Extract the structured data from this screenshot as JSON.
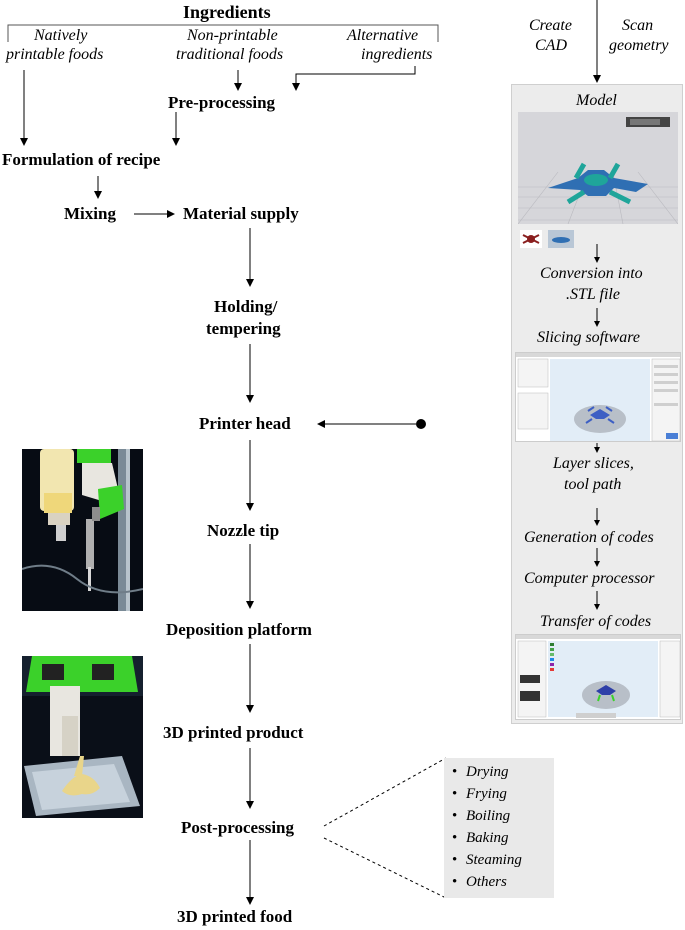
{
  "header": {
    "title": "Ingredients"
  },
  "categories": {
    "natively": [
      "Natively",
      "printable foods"
    ],
    "nonprintable": [
      "Non-printable",
      "traditional foods"
    ],
    "alternative": [
      "Alternative",
      "ingredients"
    ]
  },
  "flow": {
    "preprocessing": "Pre-processing",
    "formulation": "Formulation of recipe",
    "mixing": "Mixing",
    "material_supply": "Material supply",
    "holding": [
      "Holding/",
      "tempering"
    ],
    "printer_head": "Printer head",
    "nozzle_tip": "Nozzle  tip",
    "deposition": "Deposition platform",
    "printed_product": "3D printed product",
    "postprocessing": "Post-processing",
    "printed_food": "3D printed food"
  },
  "cad": {
    "create": [
      "Create",
      "CAD"
    ],
    "scan": [
      "Scan",
      "geometry"
    ],
    "model": "Model",
    "conversion": [
      "Conversion into",
      ".STL file"
    ],
    "slicing": "Slicing software",
    "layer": [
      "Layer slices,",
      "tool  path"
    ],
    "generation": "Generation of codes",
    "computer": "Computer processor",
    "transfer": "Transfer of codes"
  },
  "post_methods": [
    "Drying",
    "Frying",
    "Boiling",
    "Baking",
    "Steaming",
    "Others"
  ],
  "colors": {
    "model_blue": "#2f6fb3",
    "model_teal": "#1fa59a",
    "printer_green": "#3bd12a",
    "arrow": "#000000"
  }
}
